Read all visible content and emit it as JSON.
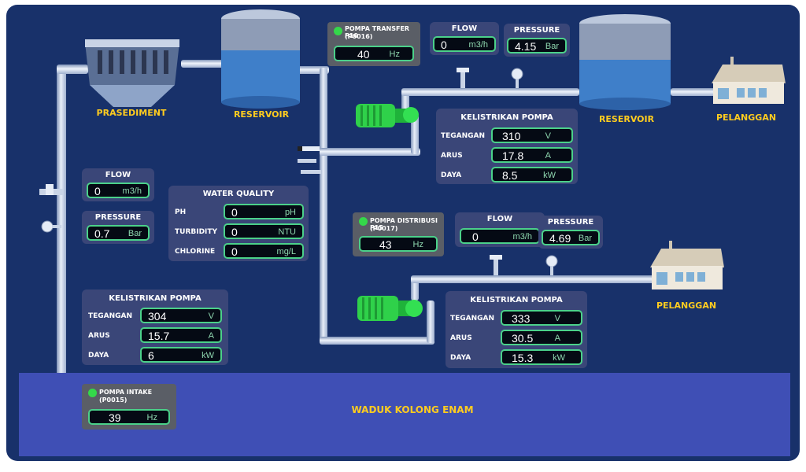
{
  "units": {
    "prasediment": "PRASEDIMENT",
    "reservoir_1": "RESERVOIR",
    "reservoir_2": "RESERVOIR",
    "pelanggan_1": "PELANGGAN",
    "pelanggan_2": "PELANGGAN",
    "waduk": "WADUK KOLONG ENAM"
  },
  "intake_line": {
    "flow": {
      "title": "FLOW",
      "value": "0",
      "unit": "m3/h"
    },
    "pressure": {
      "title": "PRESSURE",
      "value": "0.7",
      "unit": "Bar"
    }
  },
  "water_quality": {
    "title": "WATER QUALITY",
    "ph": {
      "label": "PH",
      "value": "0",
      "unit": "pH"
    },
    "turbidity": {
      "label": "TURBIDITY",
      "value": "0",
      "unit": "NTU"
    },
    "chlorine": {
      "label": "CHLORINE",
      "value": "0",
      "unit": "mg/L"
    }
  },
  "kelistrikan_intake": {
    "title": "KELISTRIKAN POMPA",
    "tegangan": {
      "label": "TEGANGAN",
      "value": "304",
      "unit": "V"
    },
    "arus": {
      "label": "ARUS",
      "value": "15.7",
      "unit": "A"
    },
    "daya": {
      "label": "DAYA",
      "value": "6",
      "unit": "kW"
    }
  },
  "pompa_intake": {
    "name": "POMPA INTAKE",
    "id": "(P0015)",
    "value": "39",
    "unit": "Hz",
    "status_color": "#34d84a"
  },
  "pompa_transfer": {
    "name": "POMPA TRANSFER P10",
    "id": "(P0016)",
    "value": "40",
    "unit": "Hz",
    "status_color": "#34d84a"
  },
  "transfer_line": {
    "flow": {
      "title": "FLOW",
      "value": "0",
      "unit": "m3/h"
    },
    "pressure": {
      "title": "PRESSURE",
      "value": "4.15",
      "unit": "Bar"
    }
  },
  "kelistrikan_transfer": {
    "title": "KELISTRIKAN POMPA",
    "tegangan": {
      "label": "TEGANGAN",
      "value": "310",
      "unit": "V"
    },
    "arus": {
      "label": "ARUS",
      "value": "17.8",
      "unit": "A"
    },
    "daya": {
      "label": "DAYA",
      "value": "8.5",
      "unit": "kW"
    }
  },
  "pompa_distribusi": {
    "name": "POMPA DISTRIBUSI P15",
    "id": "(P0017)",
    "value": "43",
    "unit": "Hz",
    "status_color": "#34d84a"
  },
  "distribusi_line": {
    "flow": {
      "title": "FLOW",
      "value": "0",
      "unit": "m3/h"
    },
    "pressure": {
      "title": "PRESSURE",
      "value": "4.69",
      "unit": "Bar"
    }
  },
  "kelistrikan_distribusi": {
    "title": "KELISTRIKAN POMPA",
    "tegangan": {
      "label": "TEGANGAN",
      "value": "333",
      "unit": "V"
    },
    "arus": {
      "label": "ARUS",
      "value": "30.5",
      "unit": "A"
    },
    "daya": {
      "label": "DAYA",
      "value": "15.3",
      "unit": "kW"
    }
  },
  "colors": {
    "background": "#18316a",
    "accent_label": "#ffcc1f",
    "running": "#34d84a",
    "value_border": "#4bd18a",
    "water": "#3f4fb5"
  }
}
